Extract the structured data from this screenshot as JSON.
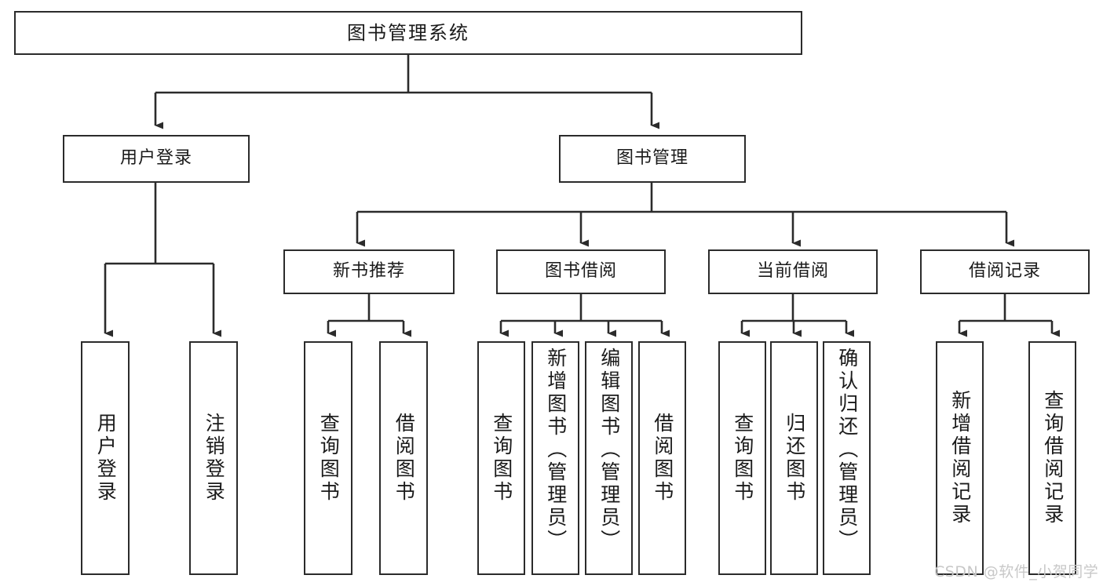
{
  "diagram": {
    "type": "tree",
    "title": "图书管理系统",
    "root": {
      "label": "图书管理系统"
    },
    "level2": [
      {
        "label": "用户登录"
      },
      {
        "label": "图书管理"
      }
    ],
    "level3": [
      {
        "label": "新书推荐"
      },
      {
        "label": "图书借阅"
      },
      {
        "label": "当前借阅"
      },
      {
        "label": "借阅记录"
      }
    ],
    "leaves": {
      "user_login": [
        {
          "label": "用户登录"
        },
        {
          "label": "注销登录"
        }
      ],
      "new_book_recommend": [
        {
          "label": "查询图书"
        },
        {
          "label": "借阅图书"
        }
      ],
      "book_borrow": [
        {
          "label": "查询图书"
        },
        {
          "label": "新增图书（管理员）"
        },
        {
          "label": "编辑图书（管理员）"
        },
        {
          "label": "借阅图书"
        }
      ],
      "current_borrow": [
        {
          "label": "查询图书"
        },
        {
          "label": "归还图书"
        },
        {
          "label": "确认归还（管理员）"
        }
      ],
      "borrow_records": [
        {
          "label": "新增借阅记录"
        },
        {
          "label": "查询借阅记录"
        }
      ]
    }
  },
  "watermark": {
    "text": "CSDN @软件_小贺同学"
  },
  "colors": {
    "stroke": "#2b2b2b",
    "fill": "#ffffff",
    "text": "#1a1a1a",
    "watermark": "#c8c8c8"
  }
}
